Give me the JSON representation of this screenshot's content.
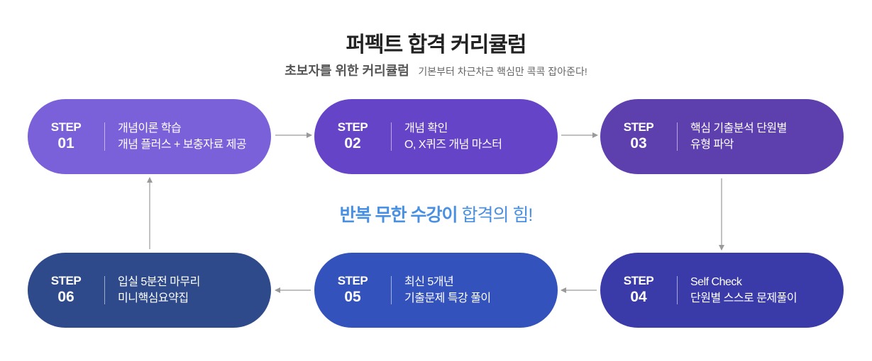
{
  "header": {
    "title": "퍼펙트 합격 커리큘럼",
    "subtitle_strong": "초보자를 위한 커리큘럼",
    "subtitle_light": "기본부터 차근차근 핵심만 콕콕 잡아준다!"
  },
  "center": {
    "bold": "반복 무한 수강이",
    "normal": " 합격의 힘!"
  },
  "steps": [
    {
      "label": "STEP",
      "num": "01",
      "line1": "개념이론 학습",
      "line2": "개념 플러스 + 보충자료 제공",
      "color": "#7b61d9"
    },
    {
      "label": "STEP",
      "num": "02",
      "line1": "개념 확인",
      "line2": "O, X퀴즈 개념 마스터",
      "color": "#6644c8"
    },
    {
      "label": "STEP",
      "num": "03",
      "line1": "핵심 기출분석 단원별",
      "line2": "유형 파악",
      "color": "#5e3fae"
    },
    {
      "label": "STEP",
      "num": "04",
      "line1": "Self Check",
      "line2": "단원별 스스로 문제풀이",
      "color": "#3a3aa8"
    },
    {
      "label": "STEP",
      "num": "05",
      "line1": "최신 5개년",
      "line2": "기출문제 특강 풀이",
      "color": "#3452bb"
    },
    {
      "label": "STEP",
      "num": "06",
      "line1": "입실 5분전 마무리",
      "line2": "미니핵심요약집",
      "color": "#2e4a8a"
    }
  ],
  "colors": {
    "arrow": "#9a9a9a",
    "accent": "#4a90e2"
  }
}
